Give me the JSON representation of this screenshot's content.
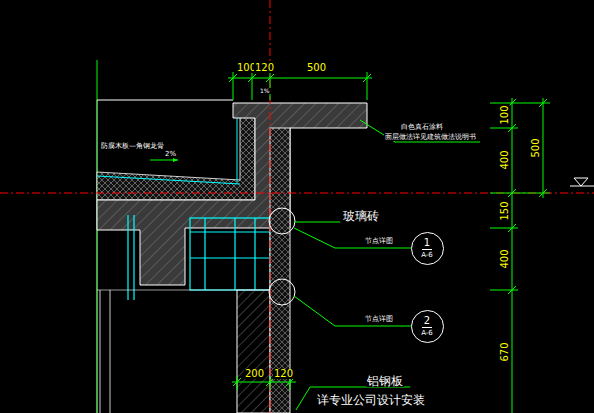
{
  "diagram": {
    "nodes": [
      {
        "text": [
          "1",
          "A-6"
        ]
      },
      {
        "text": [
          "2",
          "A-6"
        ]
      }
    ],
    "labels": [
      "100",
      "120",
      "500",
      "1%",
      "防腐木板—角钢龙骨",
      "2%",
      "白色真石涂料",
      "面层做法详见建筑做法说明书",
      "玻璃砖",
      "节点详图",
      "节点详图",
      "铝钢板",
      "详专业公司设计安装",
      "100",
      "400",
      "500",
      "150",
      "400",
      "670",
      "200",
      "120"
    ]
  }
}
